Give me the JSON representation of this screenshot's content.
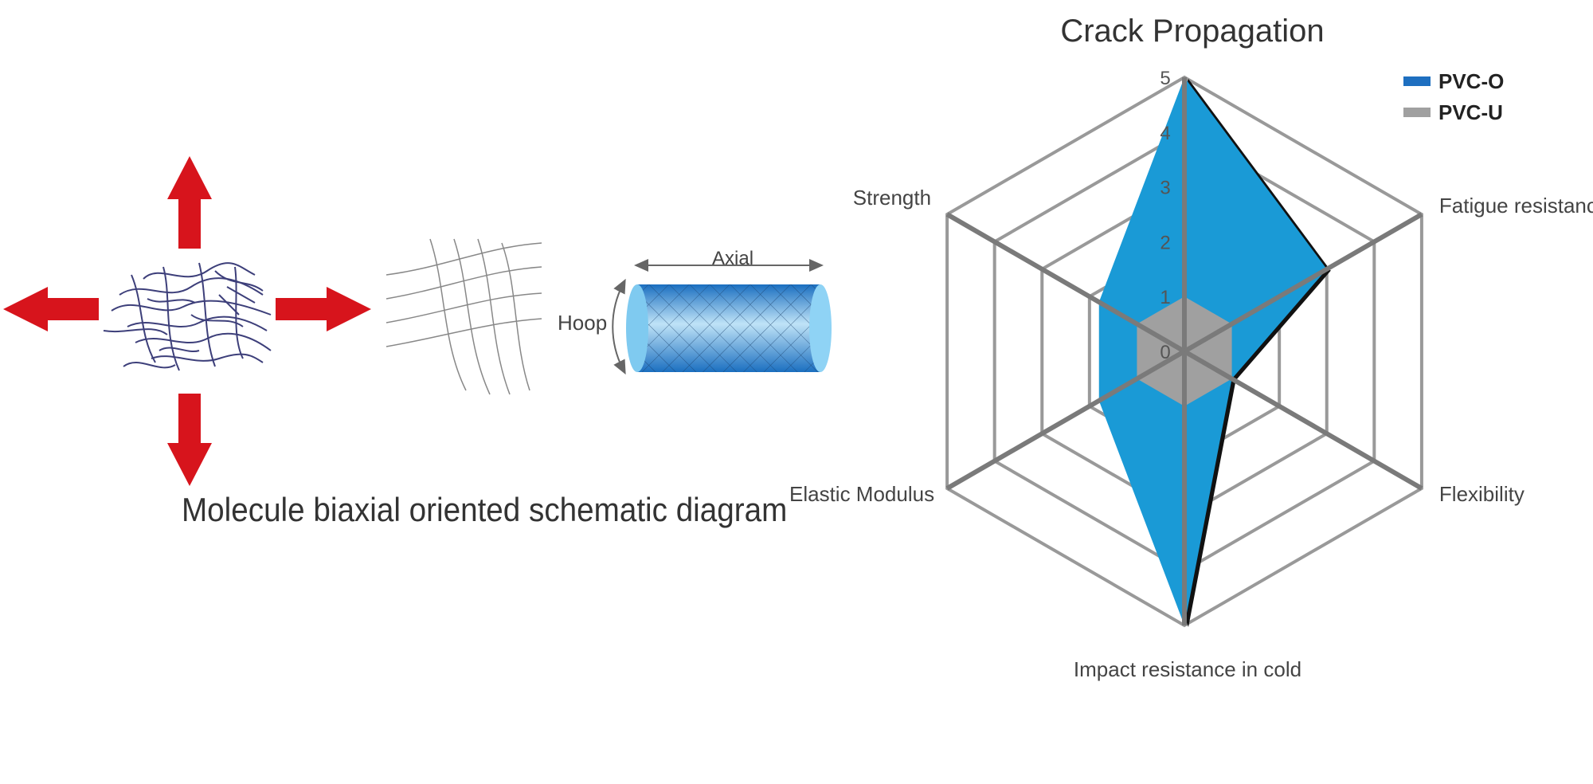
{
  "diagram": {
    "caption": "Molecule biaxial oriented schematic diagram",
    "hoop_label": "Hoop",
    "axial_label": "Axial"
  },
  "chart_data": {
    "type": "radar",
    "title": "Crack Propagation",
    "axes": [
      "Crack Propagation",
      "Fatigue resistance",
      "Flexibility",
      "Impact resistance in cold",
      "Elastic Modulus",
      "Strength"
    ],
    "axis_labels": [
      "Fatigue resistance",
      "Flexibility",
      "Impact resistance in cold",
      "Elastic Modulus",
      "Strength"
    ],
    "rlim": [
      0,
      5
    ],
    "ticks": [
      "0",
      "1",
      "2",
      "3",
      "4",
      "5"
    ],
    "series": [
      {
        "name": "PVC-O",
        "values": [
          5,
          3,
          1,
          5,
          1.8,
          1.8
        ],
        "color": "#1a9ad6"
      },
      {
        "name": "PVC-U",
        "values": [
          1,
          1,
          1,
          1,
          1,
          1
        ],
        "color": "#a0a0a0"
      }
    ],
    "legend_position": "top-right",
    "grid": true
  },
  "colors": {
    "arrow": "#d7141c",
    "pipe": "#1e87cf",
    "grid": "#999999"
  }
}
